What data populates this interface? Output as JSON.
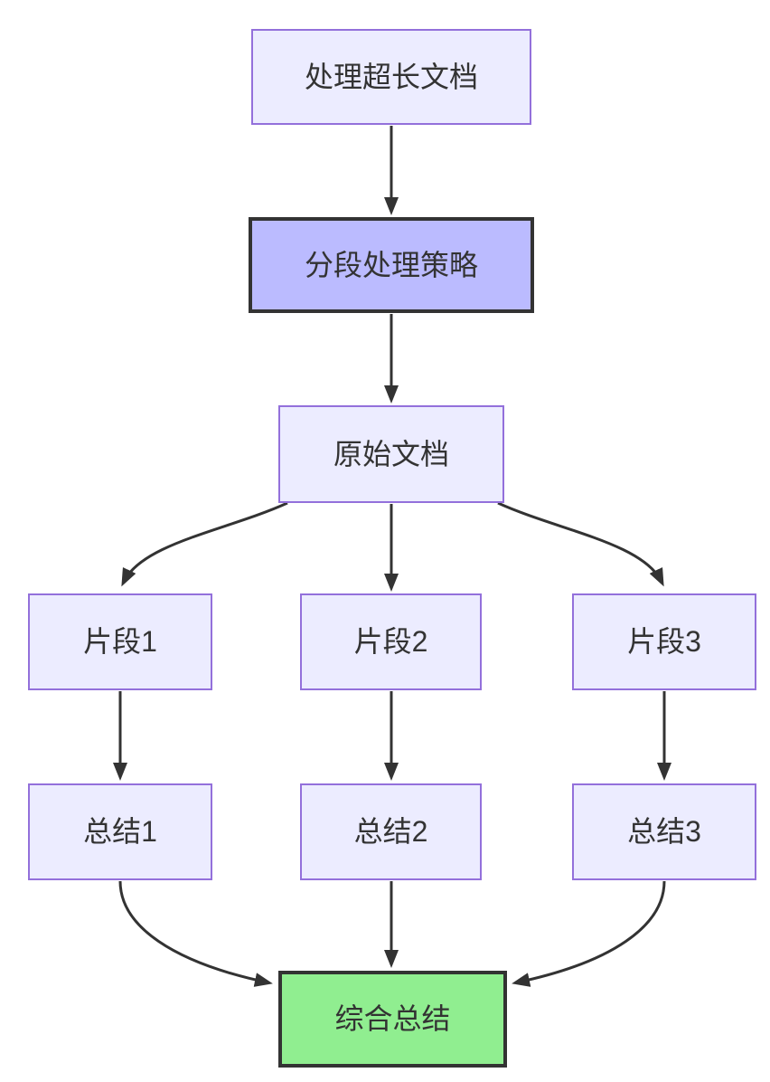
{
  "diagram": {
    "type": "flowchart",
    "direction": "top-down",
    "nodes": [
      {
        "id": "A",
        "label": "处理超长文档",
        "style": "default"
      },
      {
        "id": "B",
        "label": "分段处理策略",
        "style": "emphasis"
      },
      {
        "id": "C",
        "label": "原始文档",
        "style": "default"
      },
      {
        "id": "D1",
        "label": "片段1",
        "style": "default"
      },
      {
        "id": "D2",
        "label": "片段2",
        "style": "default"
      },
      {
        "id": "D3",
        "label": "片段3",
        "style": "default"
      },
      {
        "id": "E1",
        "label": "总结1",
        "style": "default"
      },
      {
        "id": "E2",
        "label": "总结2",
        "style": "default"
      },
      {
        "id": "E3",
        "label": "总结3",
        "style": "default"
      },
      {
        "id": "F",
        "label": "综合总结",
        "style": "success"
      }
    ],
    "edges": [
      {
        "from": "处理超长文档",
        "to": "分段处理策略"
      },
      {
        "from": "分段处理策略",
        "to": "原始文档"
      },
      {
        "from": "原始文档",
        "to": "片段1"
      },
      {
        "from": "原始文档",
        "to": "片段2"
      },
      {
        "from": "原始文档",
        "to": "片段3"
      },
      {
        "from": "片段1",
        "to": "总结1"
      },
      {
        "from": "片段2",
        "to": "总结2"
      },
      {
        "from": "片段3",
        "to": "总结3"
      },
      {
        "from": "总结1",
        "to": "综合总结"
      },
      {
        "from": "总结2",
        "to": "综合总结"
      },
      {
        "from": "总结3",
        "to": "综合总结"
      }
    ],
    "colors": {
      "node_fill": "#ECECFF",
      "node_border": "#9370DB",
      "emphasis_fill": "#BBBBFF",
      "success_fill": "#90EE90",
      "dark_border": "#333333",
      "edge_stroke": "#333333",
      "text": "#333333",
      "background": "#FFFFFF"
    }
  }
}
